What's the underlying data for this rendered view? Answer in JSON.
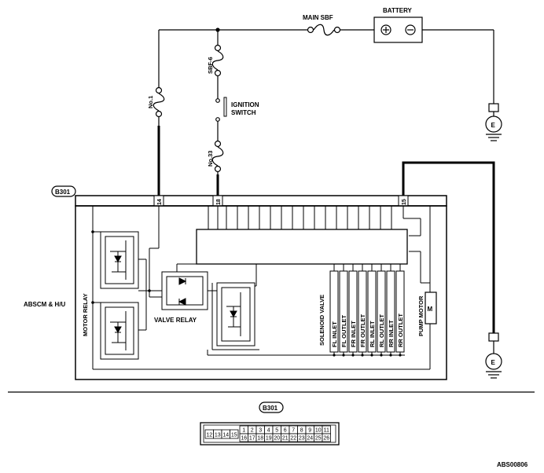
{
  "labels": {
    "main_sbf": "MAIN SBF",
    "battery": "BATTERY",
    "sbf6": "SBF-6",
    "no1": "No.1",
    "no33": "No.33",
    "ignition_switch_line1": "IGNITION",
    "ignition_switch_line2": "SWITCH",
    "ground_symbol": "E",
    "motor_symbol": "M",
    "connector_b301": "B301",
    "abscm": "ABSCM & H/U",
    "motor_relay": "MOTOR RELAY",
    "valve_relay": "VALVE RELAY",
    "solenoid_valve": "SOLENOID VALVE",
    "pump_motor": "PUMP MOTOR",
    "figure_id": "ABS00806"
  },
  "pins": {
    "pin14": "14",
    "pin18": "18",
    "pin15": "15"
  },
  "solenoids": [
    "FL INLET",
    "FL OUTLET",
    "FR INLET",
    "FR OUTLET",
    "RL INLET",
    "RL OUTLET",
    "RR INLET",
    "RR OUTLET"
  ],
  "connector_face": {
    "left_block": [
      "12",
      "13",
      "14",
      "15"
    ],
    "top_row": [
      "1",
      "2",
      "3",
      "4",
      "5",
      "6",
      "7",
      "8",
      "9",
      "10",
      "11"
    ],
    "bottom_row": [
      "16",
      "17",
      "18",
      "19",
      "20",
      "21",
      "22",
      "23",
      "24",
      "25",
      "26"
    ]
  }
}
